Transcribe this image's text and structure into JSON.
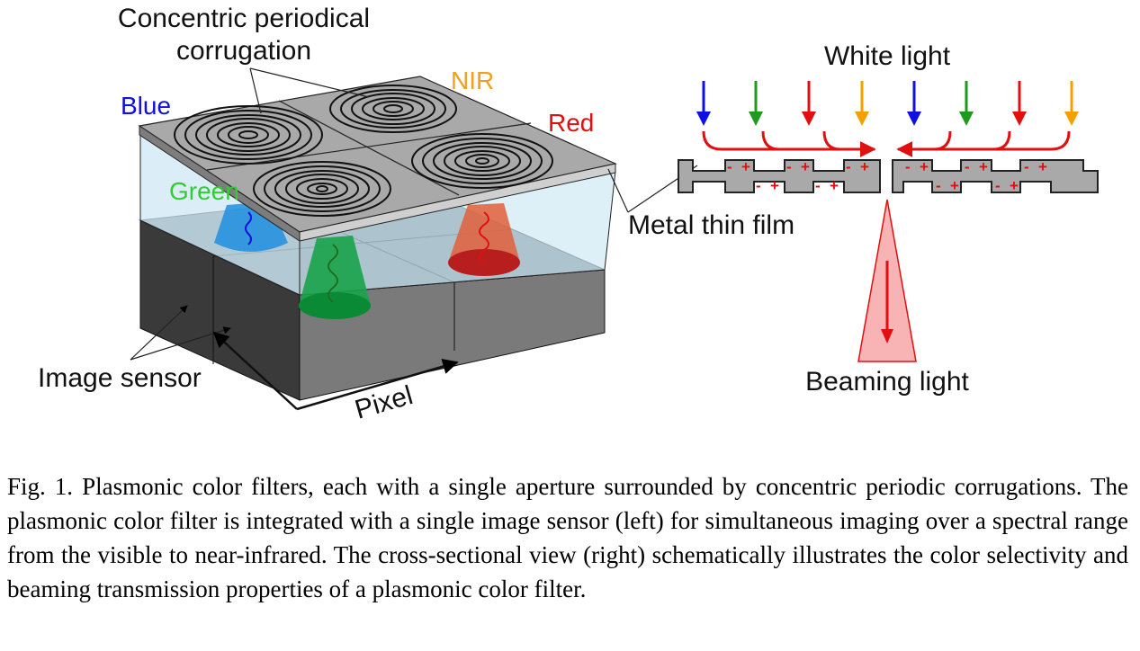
{
  "labels": {
    "corrugation_line1": "Concentric periodical",
    "corrugation_line2": "corrugation",
    "blue": "Blue",
    "nir": "NIR",
    "red": "Red",
    "green": "Green",
    "metal_film": "Metal thin film",
    "image_sensor": "Image sensor",
    "pixel": "Pixel",
    "white_light": "White light",
    "beaming_light": "Beaming light"
  },
  "charge_signs": {
    "minus": "-",
    "plus": "+"
  },
  "colors": {
    "blue": "#1010e0",
    "green": "#1f9a1f",
    "red": "#e01010",
    "orange": "#f5a000",
    "nir_label": "#f0a020",
    "green_label": "#33cc33",
    "metal": "#a9a9a9",
    "glass": "#cfe8f4"
  },
  "caption": "Fig. 1.  Plasmonic color filters, each with a single aperture surrounded by concentric periodic corrugations.  The plasmonic color filter is integrated with a single image sensor (left) for simultaneous imaging over a spectral range from the visible to near-infrared. The cross-sectional view (right) schematically illustrates the color selectivity and beaming transmission properties of a plasmonic color filter."
}
